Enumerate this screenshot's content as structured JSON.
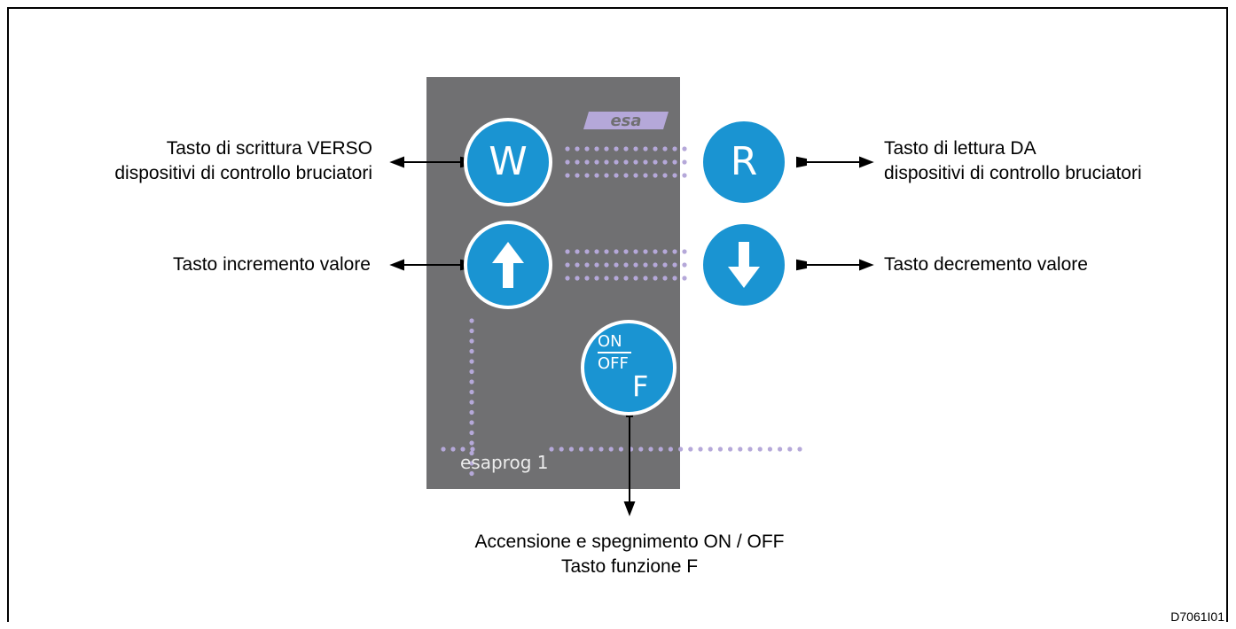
{
  "diagram": {
    "code": "D7061I01",
    "panel": {
      "logo": "esa",
      "model": "esaprog 1",
      "color": "#707072",
      "dot_color": "#b5a8d9"
    },
    "buttons": {
      "write": {
        "symbol": "W",
        "color": "#1a94d2"
      },
      "read": {
        "symbol": "R",
        "color": "#1a94d2"
      },
      "up": {
        "symbol": "arrow-up"
      },
      "down": {
        "symbol": "arrow-down"
      },
      "function": {
        "on": "ON",
        "off": "OFF",
        "f": "F"
      }
    },
    "labels": {
      "write": [
        "Tasto di scrittura VERSO",
        "dispositivi di controllo bruciatori"
      ],
      "read": [
        "Tasto di lettura DA",
        "dispositivi di controllo bruciatori"
      ],
      "up": "Tasto incremento valore",
      "down": "Tasto decremento valore",
      "function": [
        "Accensione e spegnimento ON / OFF",
        "Tasto funzione F"
      ]
    }
  }
}
